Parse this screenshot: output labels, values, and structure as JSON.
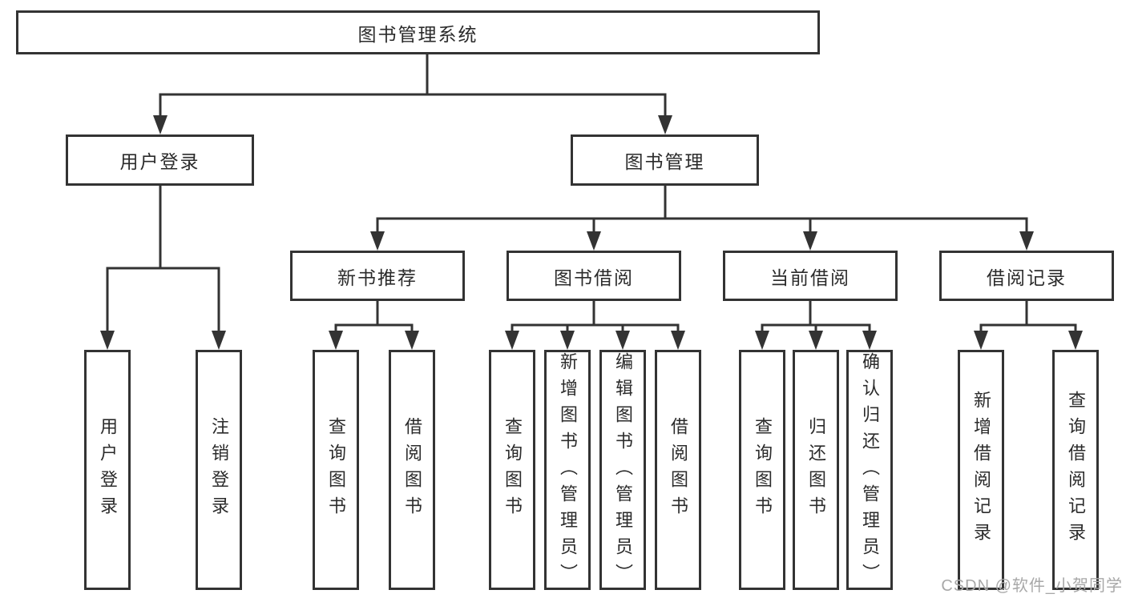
{
  "diagram": {
    "root": "图书管理系统",
    "level1": {
      "login": "用户登录",
      "management": "图书管理"
    },
    "level2": {
      "recommend": "新书推荐",
      "borrow": "图书借阅",
      "current": "当前借阅",
      "records": "借阅记录"
    },
    "leaves": {
      "login": [
        "用户登录",
        "注销登录"
      ],
      "recommend": [
        "查询图书",
        "借阅图书"
      ],
      "borrow": [
        "查询图书",
        "新增图书（管理员）",
        "编辑图书（管理员）",
        "借阅图书"
      ],
      "current": [
        "查询图书",
        "归还图书",
        "确认归还（管理员）"
      ],
      "records": [
        "新增借阅记录",
        "查询借阅记录"
      ]
    }
  },
  "watermark": "CSDN @软件_小贺同学",
  "colors": {
    "line": "#333333",
    "text": "#2b2b2b",
    "watermark": "#a8a8a8",
    "background": "#ffffff"
  }
}
